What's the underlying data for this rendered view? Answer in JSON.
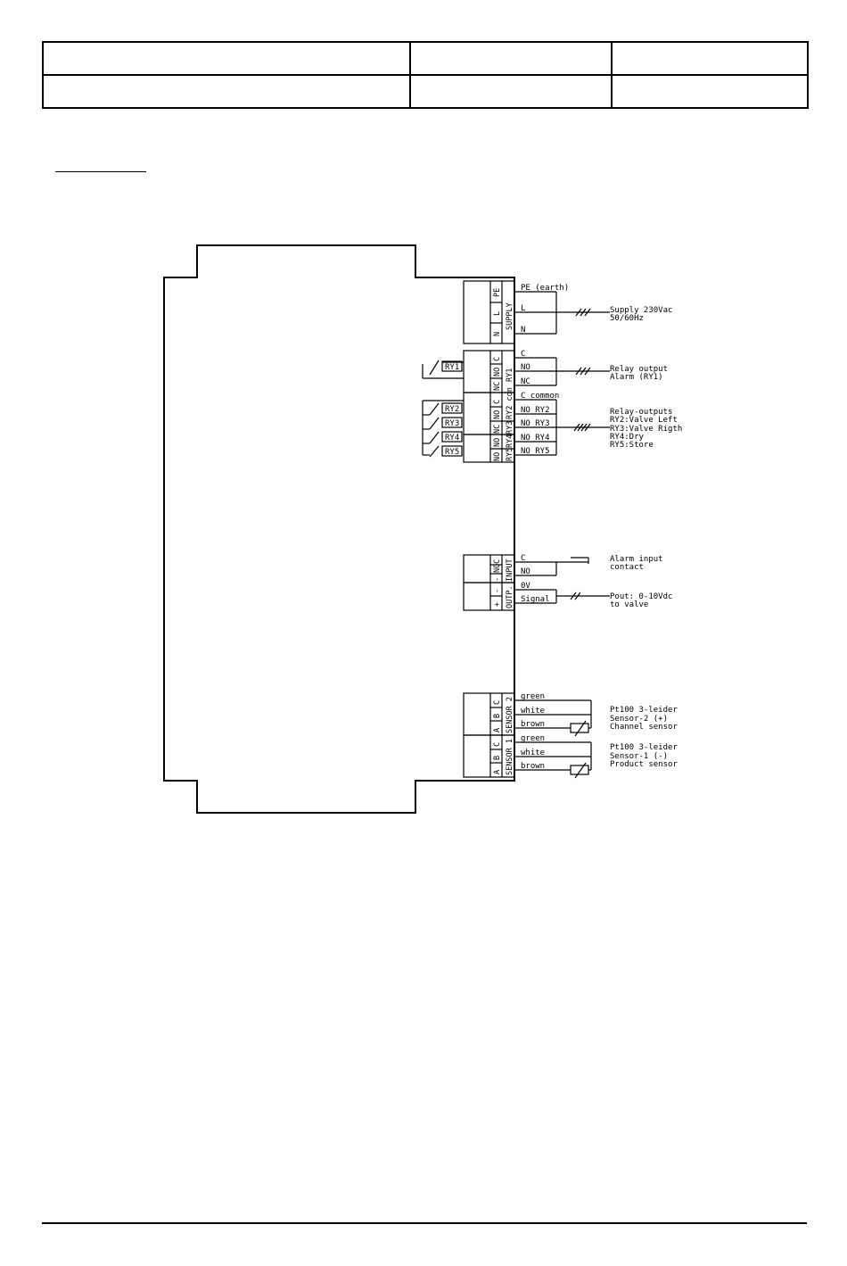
{
  "header_table": {
    "rows": 2,
    "cols": 3
  },
  "diagram": {
    "terminals": {
      "supply": {
        "group": "SUPPLY",
        "pins": [
          "N",
          "L",
          "PE"
        ]
      },
      "ry1": {
        "group": "RY1",
        "pins": [
          "NC",
          "NO",
          "C"
        ]
      },
      "ry2_con": {
        "group": "RY2 con",
        "pins": [
          "C",
          "NO",
          "NC"
        ]
      },
      "ry_lower_groups": [
        "RY5",
        "RY4",
        "RY3"
      ],
      "ry_lower_pins": [
        "NO",
        "NO",
        "NO"
      ],
      "input": {
        "group": "INPUT",
        "pins": [
          "-",
          "NO",
          "C"
        ]
      },
      "outp": {
        "group": "OUTP.",
        "pins": [
          "+",
          "-"
        ]
      },
      "sensor2": {
        "group": "SENSOR 2",
        "pins": [
          "A",
          "B",
          "C"
        ]
      },
      "sensor1": {
        "group": "SENSOR 1",
        "pins": [
          "A",
          "B",
          "C"
        ]
      }
    },
    "relay_coils": [
      "RY1",
      "RY2",
      "RY3",
      "RY4",
      "RY5"
    ],
    "wires": {
      "supply": [
        "PE (earth)",
        "L",
        "N"
      ],
      "ry1": [
        "C",
        "NO",
        "NC"
      ],
      "relays": [
        "C common",
        "NO RY2",
        "NO RY3",
        "NO RY4",
        "NO RY5"
      ],
      "input": [
        "C",
        "NO"
      ],
      "output": [
        "0V",
        "Signal"
      ],
      "sensor2": [
        "green",
        "white",
        "brown"
      ],
      "sensor1": [
        "green",
        "white",
        "brown"
      ]
    },
    "descriptions": {
      "supply": [
        "Supply 230Vac",
        "50/60Hz"
      ],
      "ry1": [
        "Relay output",
        "Alarm (RY1)"
      ],
      "relays": [
        "Relay-outputs",
        "RY2:Valve Left",
        "RY3:Valve Rigth",
        "RY4:Dry",
        "RY5:Store"
      ],
      "input": [
        "Alarm input",
        "contact"
      ],
      "output": [
        "Pout: 0-10Vdc",
        "to valve"
      ],
      "sensor2": [
        "Pt100 3-leider",
        "Sensor-2 (+)",
        "Channel sensor"
      ],
      "sensor1": [
        "Pt100 3-leider",
        "Sensor-1 (-)",
        "Product sensor"
      ]
    }
  }
}
